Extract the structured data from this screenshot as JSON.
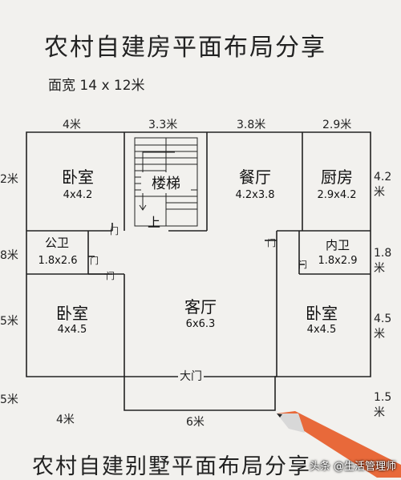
{
  "title": "农村自建房平面布局分享",
  "subtitle": "面宽 14 x 12米",
  "top_dims": [
    "4米",
    "3.3米",
    "3.8米",
    "2.9米"
  ],
  "left_dims": [
    "2米",
    "8米",
    "5米",
    "5米"
  ],
  "right_dims": [
    "4.2米",
    "1.8米",
    "4.5米",
    "1.5米"
  ],
  "bottom_dims": [
    "4米",
    "6米"
  ],
  "rooms": {
    "bedroom_tl": {
      "name": "卧室",
      "size": "4x4.2"
    },
    "stairs": {
      "name": "楼梯",
      "up": "上"
    },
    "dining": {
      "name": "餐厅",
      "size": "4.2x3.8"
    },
    "kitchen": {
      "name": "厨房",
      "size": "2.9x4.2"
    },
    "public_bath": {
      "name": "公卫",
      "size": "1.8x2.6"
    },
    "inner_bath": {
      "name": "内卫",
      "size": "1.8x2.9"
    },
    "living": {
      "name": "客厅",
      "size": "6x6.3"
    },
    "bedroom_bl": {
      "name": "卧室",
      "size": "4x4.5"
    },
    "bedroom_br": {
      "name": "卧室",
      "size": "4x4.5"
    }
  },
  "door_label": "门",
  "main_door": "大门",
  "bottom_title": "农村自建别墅平面布局分享",
  "watermark": "头条 @生活管理师"
}
